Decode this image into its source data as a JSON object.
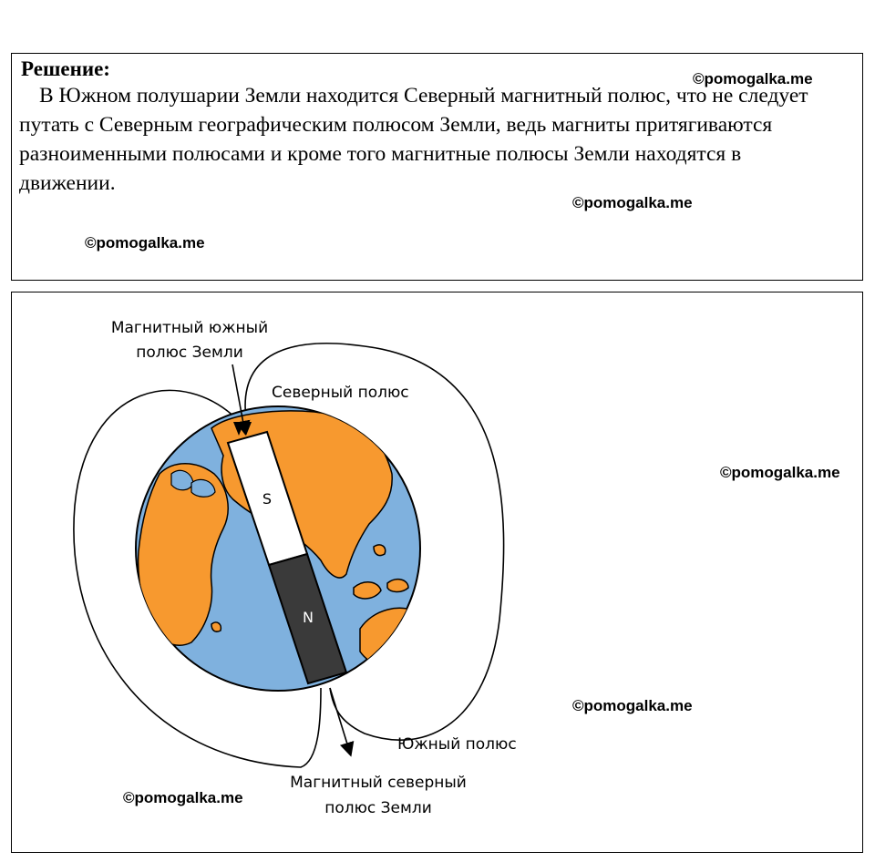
{
  "solution": {
    "heading": "Решение:",
    "text": "В Южном полушарии Земли находится Северный магнитный полюс, что не следует путать с Северным географическим полюсом Земли, ведь магниты притягиваются разноименными полюсами и кроме того магнитные полюсы Земли находятся в движении."
  },
  "watermarks": [
    "©pomogalka.me",
    "©pomogalka.me",
    "©pomogalka.me",
    "©pomogalka.me",
    "©pomogalka.me",
    "©pomogalka.me"
  ],
  "diagram": {
    "magnetic_south_label": [
      "Магнитный южный",
      "полюс Земли"
    ],
    "geo_north_label": "Северный полюс",
    "geo_south_label": "Южный полюс",
    "magnetic_north_label": [
      "Магнитный северный",
      "полюс Земли"
    ],
    "magnet_s": "S",
    "magnet_n": "N",
    "colors": {
      "ocean": "#7fb1de",
      "land": "#f7992f",
      "magnet_s_fill": "#ffffff",
      "magnet_n_fill": "#3a3a3a"
    }
  }
}
